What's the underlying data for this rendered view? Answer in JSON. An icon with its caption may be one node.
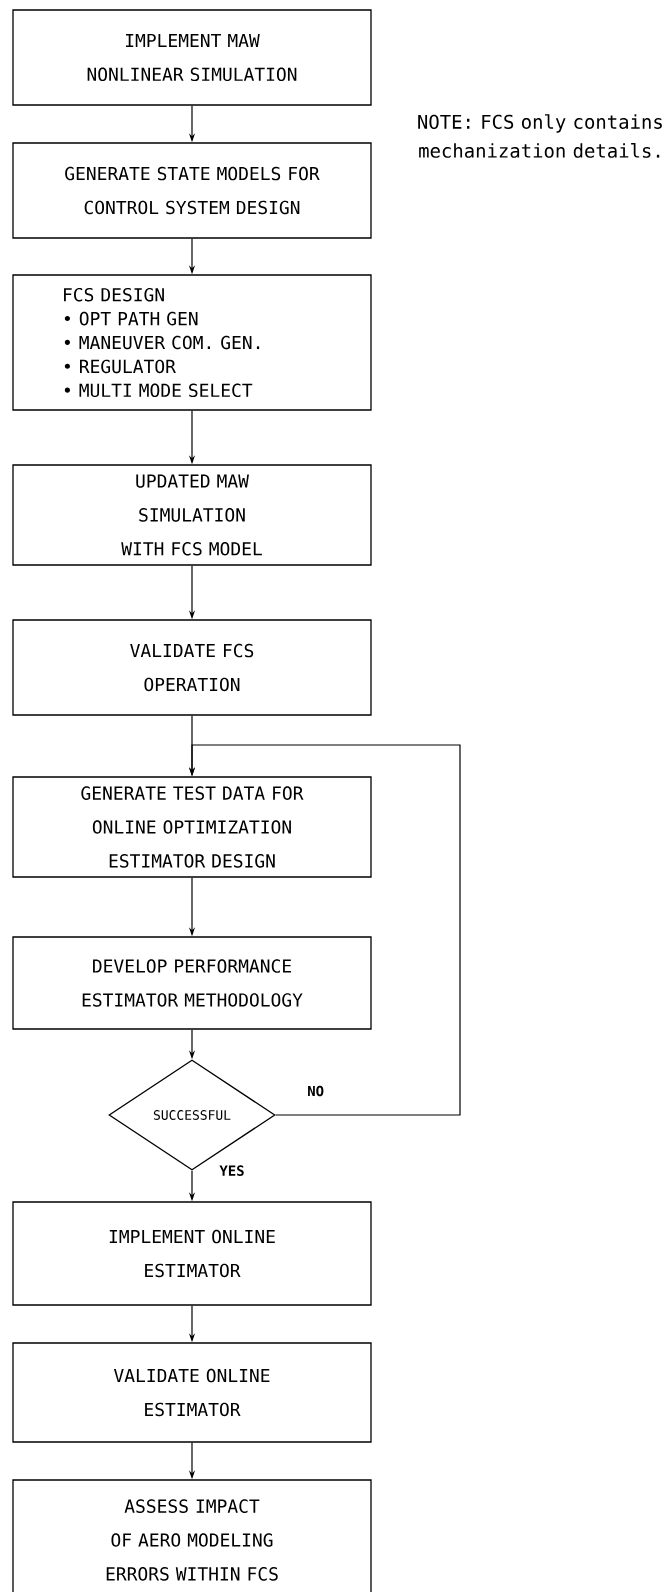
{
  "diagram": {
    "nodes": [
      {
        "text": [
          "IMPLEMENT MAW NONLINEAR SIMULATION"
        ]
      },
      {
        "text": [
          "GENERATE STATE MODELS FOR CONTROL SYSTEM DESIGN"
        ]
      },
      {
        "text": [
          "FCS DESIGN",
          "• OPT PATH GEN",
          "• MANEUVER COM. GEN.",
          "• REGULATOR",
          "• MULTI MODE SELECT"
        ]
      },
      {
        "text": [
          "UPDATED MAW SIMULATION WITH FCS MODEL"
        ]
      },
      {
        "text": [
          "VALIDATE FCS OPERATION"
        ]
      },
      {
        "text": [
          "GENERATE TEST DATA FOR ONLINE OPTIMIZATION ESTIMATOR DESIGN"
        ]
      },
      {
        "text": [
          "DEVELOP PERFORMANCE ESTIMATOR METHODOLOGY"
        ]
      },
      {
        "text": [
          "SUCCESSFUL"
        ]
      },
      {
        "text": [
          "IMPLEMENT ONLINE ESTIMATOR"
        ]
      },
      {
        "text": [
          "VALIDATE ONLINE ESTIMATOR"
        ]
      },
      {
        "text": [
          "ASSESS IMPACT OF AERO MODELING ERRORS WITHIN FCS"
        ]
      }
    ],
    "edges": [
      {
        "from": 0,
        "to": 1,
        "arrow": "to"
      },
      {
        "from": 1,
        "to": 2,
        "arrow": "to"
      },
      {
        "from": 2,
        "to": 3,
        "arrow": "to"
      },
      {
        "from": 3,
        "to": 4,
        "arrow": "to"
      },
      {
        "from": 4,
        "to": 5,
        "arrow": "to"
      },
      {
        "from": 5,
        "to": 6,
        "arrow": "to"
      },
      {
        "from": 6,
        "to": 7,
        "arrow": "to"
      },
      {
        "from": 7,
        "to": 8,
        "arrow": "to",
        "label": "YES"
      },
      {
        "from": 7,
        "to": 5,
        "arrow": "to",
        "label": "NO"
      },
      {
        "from": 8,
        "to": 9,
        "arrow": "to"
      },
      {
        "from": 9,
        "to": 10,
        "arrow": "to"
      }
    ],
    "labels": [
      "NOTE: FCS only contains mechanization details."
    ]
  }
}
